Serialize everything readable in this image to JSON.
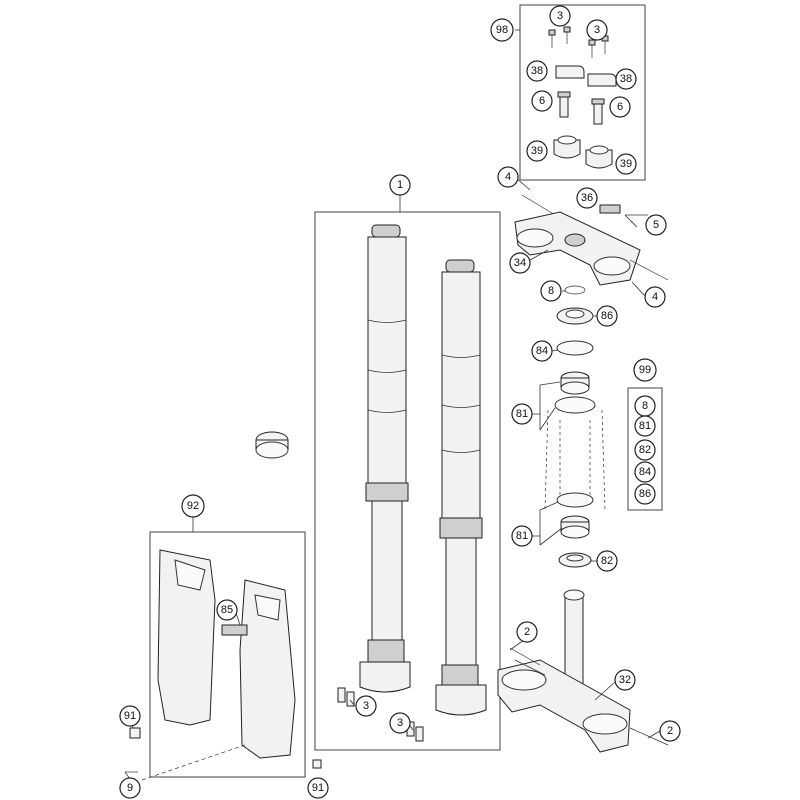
{
  "diagram": {
    "callouts": {
      "fork_assembly": "1",
      "clamp_kit": "98",
      "screw_top_left": "3",
      "screw_top_right": "3",
      "clamp_upper_left": "38",
      "clamp_upper_right": "38",
      "bolt_left": "6",
      "bolt_right": "6",
      "clamp_lower_left": "39",
      "clamp_lower_right": "39",
      "triple_bolt_left": "4",
      "triple_bolt_right": "4",
      "steering_nut": "36",
      "triple_bolt_pinch": "5",
      "upper_triple_clamp": "34",
      "oring": "8",
      "dust_seal_top": "86",
      "seal_ring": "84",
      "bearing_upper": "81",
      "bearing_lower": "81",
      "dust_seal_bottom": "82",
      "lower_bolts_left": "2",
      "lower_bolts_right": "2",
      "lower_triple_clamp": "32",
      "fork_guard_kit": "92",
      "guard_clip": "85",
      "guard_screw_small": "91",
      "guard_screw_axle": "91",
      "guard_bolt": "9",
      "axle_bolts_left": "3",
      "axle_bolts_right": "3"
    },
    "bearing_kit": {
      "title": "99",
      "items": [
        "8",
        "81",
        "82",
        "84",
        "86"
      ]
    }
  }
}
